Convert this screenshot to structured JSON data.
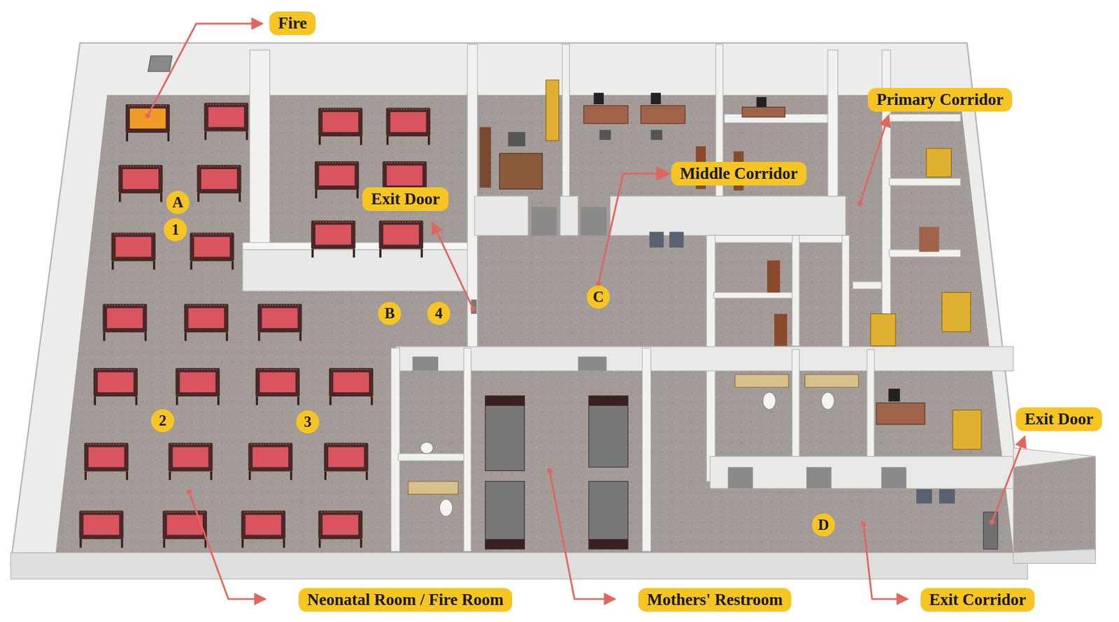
{
  "diagram": {
    "nodes": [
      {
        "text": [
          "Fire"
        ]
      },
      {
        "text": [
          "Primary Corridor"
        ]
      },
      {
        "text": [
          "Middle Corridor"
        ]
      },
      {
        "text": [
          "A"
        ]
      },
      {
        "text": [
          "Exit Door"
        ]
      },
      {
        "text": [
          "1"
        ]
      },
      {
        "text": [
          "C"
        ]
      },
      {
        "text": [
          "B"
        ]
      },
      {
        "text": [
          "4"
        ]
      },
      {
        "text": [
          "2"
        ]
      },
      {
        "text": [
          "3"
        ]
      },
      {
        "text": [
          "Exit Door"
        ]
      },
      {
        "text": [
          "D"
        ]
      },
      {
        "text": [
          "Neonatal Room / Fire Room"
        ]
      },
      {
        "text": [
          "Mothers' Restroom"
        ]
      },
      {
        "text": [
          "Exit Corridor"
        ]
      }
    ],
    "edges": [
      {
        "from": 6,
        "to": 2,
        "arrow": "to"
      }
    ]
  }
}
